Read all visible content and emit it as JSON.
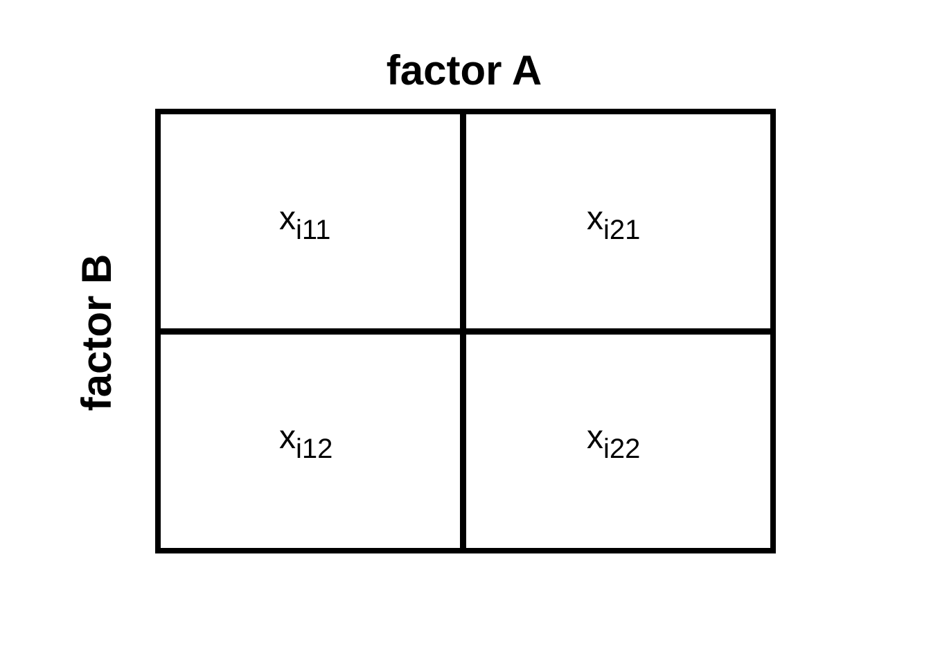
{
  "diagram": {
    "factor_a_label": "factor A",
    "factor_b_label": "factor B",
    "cells": [
      {
        "base": "x",
        "subscript": "i11"
      },
      {
        "base": "x",
        "subscript": "i21"
      },
      {
        "base": "x",
        "subscript": "i12"
      },
      {
        "base": "x",
        "subscript": "i22"
      }
    ]
  }
}
